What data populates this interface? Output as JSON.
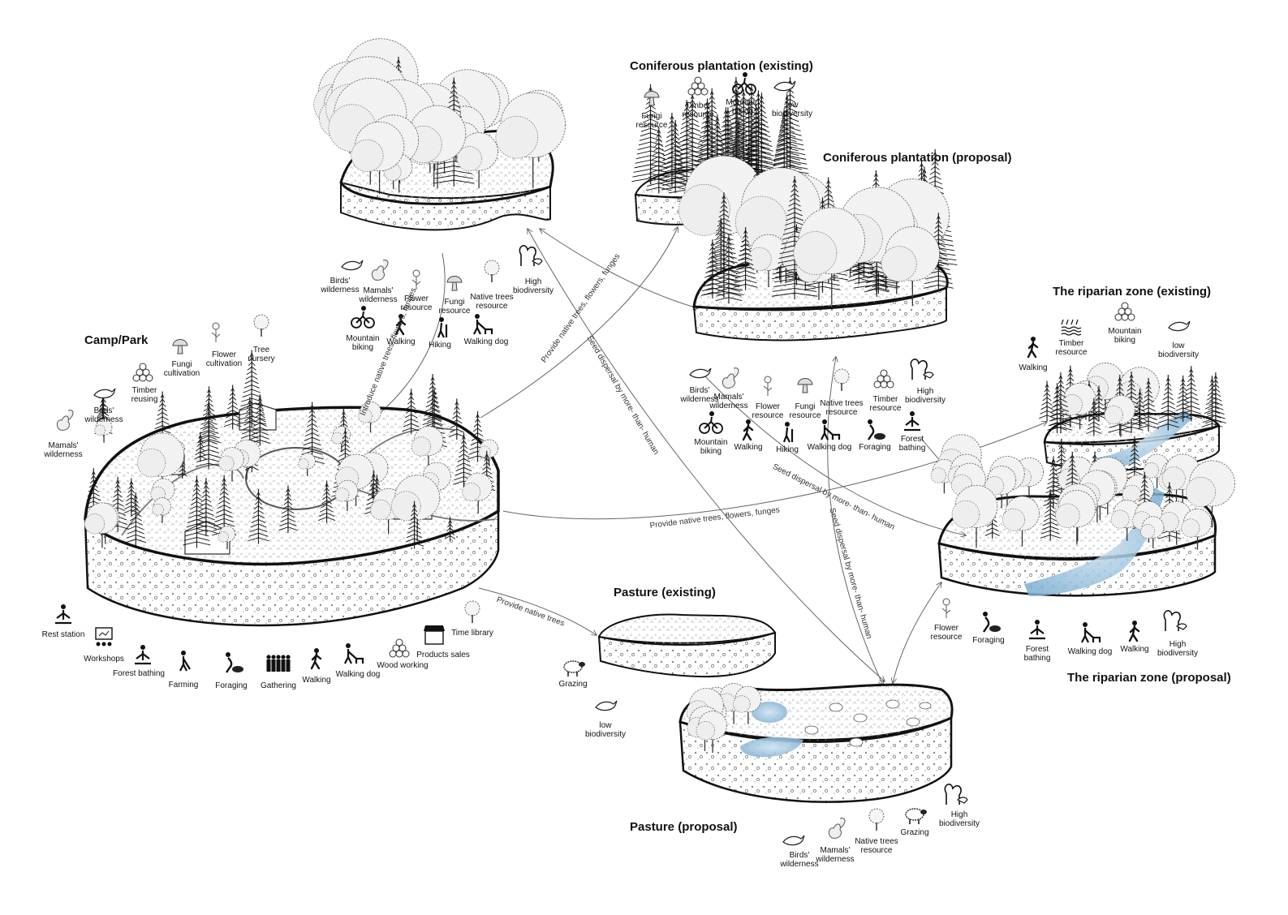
{
  "titles": {
    "camp": "Camp/Park",
    "conif_existing": "Coniferous plantation (existing)",
    "conif_proposal": "Coniferous plantation (proposal)",
    "riparian_existing": "The riparian zone (existing)",
    "riparian_proposal": "The riparian zone (proposal)",
    "pasture_existing": "Pasture (existing)",
    "pasture_proposal": "Pasture (proposal)"
  },
  "flows": {
    "introduce": "Introduce native trees, flowers, funges",
    "provide_conif": "Provide native trees, flowers, funges",
    "seed_central": "Seed dispersal by more- than- human",
    "seed_right": "Seed dispersal by more- than- human",
    "seed_vertical": "Seed dispersal by more- than- human",
    "provide_riparian": "Provide native trees, flowers, funges",
    "provide_pasture": "Provide native trees"
  },
  "labels": {
    "top_birds": "Birds'\nwilderness",
    "top_mamals": "Mamals'\nwilderness",
    "top_flower": "Flower\nresource",
    "top_fungi": "Fungi\nresource",
    "top_native": "Native trees\nresource",
    "top_high": "High\nbiodiversity",
    "top_biking": "Mountain\nbiking",
    "top_walking": "Walking",
    "top_hiking": "Hiking",
    "top_dog": "Walking dog",
    "ce_fungi": "Fungi\nresource",
    "ce_timber": "Timber\nresource",
    "ce_biking": "Mountain\nbiking",
    "ce_low": "low\nbiodiversity",
    "cp_birds": "Birds'\nwilderness",
    "cp_mamals": "Mamals'\nwilderness",
    "cp_flower": "Flower\nresource",
    "cp_fungi": "Fungi\nresource",
    "cp_native": "Native trees\nresource",
    "cp_timber": "Timber\nresource",
    "cp_high": "High\nbiodiversity",
    "cp_biking": "Mountain\nbiking",
    "cp_walking": "Walking",
    "cp_hiking": "Hiking",
    "cp_dog": "Walking dog",
    "cp_foraging": "Foraging",
    "cp_bathing": "Forest\nbathing",
    "camp_fungi": "Fungi\ncultivation",
    "camp_flower": "Flower\ncultivation",
    "camp_nursery": "Tree\nnursery",
    "camp_timber": "Timber\nreusing",
    "camp_birds": "Birds'\nwilderness",
    "camp_mamals": "Mamals'\nwilderness",
    "camp_rest": "Rest station",
    "camp_workshops": "Workshops",
    "camp_bathing": "Forest bathing",
    "camp_farming": "Farming",
    "camp_foraging": "Foraging",
    "camp_gathering": "Gathering",
    "camp_walking": "Walking",
    "camp_dog": "Walking dog",
    "camp_wood": "Wood working",
    "camp_sales": "Products sales",
    "camp_library": "Time library",
    "re_walking": "Walking",
    "re_timber": "Timber\nresource",
    "re_biking": "Mountain\nbiking",
    "re_low": "low\nbiodiversity",
    "rp_flower": "Flower\nresource",
    "rp_foraging": "Foraging",
    "rp_bathing": "Forest\nbathing",
    "rp_dog": "Walking dog",
    "rp_walking": "Walking",
    "rp_high": "High\nbiodiversity",
    "pe_grazing": "Grazing",
    "pe_low": "low\nbiodiversity",
    "pp_birds": "Birds'\nwilderness",
    "pp_mamals": "Mamals'\nwilderness",
    "pp_native": "Native trees\nresource",
    "pp_grazing": "Grazing",
    "pp_high": "High\nbiodiversity"
  }
}
